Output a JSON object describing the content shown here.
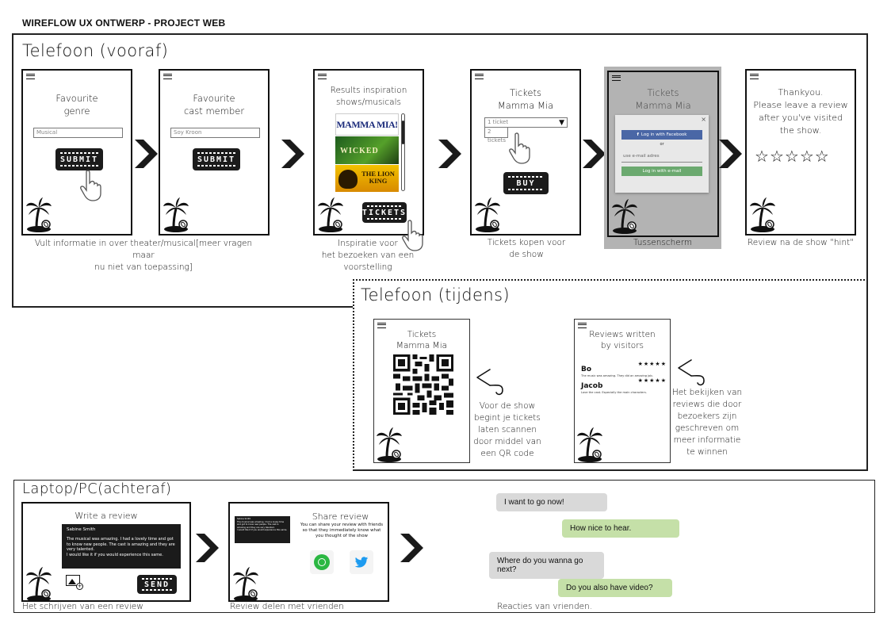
{
  "doc_title": "WIREFLOW UX ONTWERP - PROJECT WEB",
  "sections": {
    "before": "Telefoon (vooraf)",
    "during": "Telefoon (tijdens)",
    "after": "Laptop/PC(achteraf)"
  },
  "screens": {
    "genre": {
      "title": "Favourite\ngenre",
      "input": "Musical",
      "button": "SUBMIT"
    },
    "cast": {
      "title": "Favourite\ncast member",
      "input": "Soy Kroon",
      "button": "SUBMIT"
    },
    "results": {
      "title": "Results inspiration\nshows/musicals",
      "poster1": "MAMMA MIA!",
      "poster2": "WICKED",
      "poster3": "THE LION KING",
      "button": "TICKETS"
    },
    "tickets": {
      "title": "Tickets\nMamma Mia",
      "select": "1 ticket",
      "option": "2 tickets",
      "button": "BUY"
    },
    "modal": {
      "title": "Tickets\nMamma Mia",
      "close": "×",
      "facebook": "Log in with Facebook",
      "or": "or",
      "email_placeholder": "use e-mail adres",
      "email_button": "Log in with e-mail"
    },
    "thanks": {
      "title": "Thankyou.\nPlease leave a review\nafter you've visited\nthe show."
    },
    "qr": {
      "title": "Tickets\nMamma Mia"
    },
    "reviews": {
      "title": "Reviews written\nby visitors",
      "items": [
        {
          "name": "Bo",
          "stars": "★★★★★",
          "text": "The music was amazing. They did an amazing job."
        },
        {
          "name": "Jacob",
          "stars": "★★★★★",
          "text": "Love the cast. Especially the main characters."
        }
      ]
    },
    "write": {
      "title": "Write a review",
      "name": "Sabine Smith",
      "body": "The musical was amazing. I had a lovely time and got to know new people. The cast is amazing and they are very talented.\nI would like it if you would experience this same.",
      "button": "SEND"
    },
    "share": {
      "title": "Share review",
      "body": "You can share your review with friends so that they immediately know what you thought of the show",
      "note": "Sabine Smith\nThe musical was amazing. I had a lovely time and got to know new people. The cast is amazing and they are very talented.\nI would like it if you would experience this same."
    }
  },
  "captions": {
    "genre": "Vult informatie in over theater/musical[meer vragen maar\nnu niet van toepassing]",
    "results": "Inspiratie voor\nhet bezoeken van een\nvoorstelling",
    "tickets": "Tickets kopen voor\nde show",
    "modal": "Tussenscherm",
    "thanks": "Review na de show \"hint\"",
    "qr": "Voor de show\nbegint je tickets\nlaten scannen\ndoor middel van\neen QR code",
    "reviews": "Het bekijken van\nreviews die door\nbezoekers zijn\ngeschreven om\nmeer informatie\nte winnen",
    "write": "Het schrijven van een review",
    "share": "Review delen met vrienden",
    "chat": "Reacties van vrienden."
  },
  "chat": [
    {
      "text": "I want to go now!",
      "side": "left"
    },
    {
      "text": "How nice to hear.",
      "side": "right"
    },
    {
      "text": "Where do you wanna go next?",
      "side": "left"
    },
    {
      "text": "Do you also have video?",
      "side": "right"
    }
  ],
  "colors": {
    "facebook": "#4a67a6",
    "email": "#6ba96f",
    "modal_bg": "#b3b3b3",
    "bubble_grey": "#d9d9d9",
    "bubble_green": "#c5e0a8",
    "whatsapp": "#2bb742",
    "twitter": "#1d9bf0"
  }
}
